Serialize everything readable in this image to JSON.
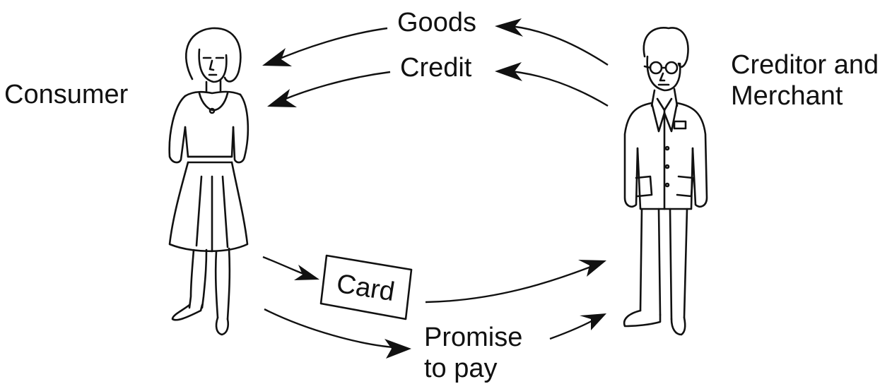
{
  "labels": {
    "consumer": "Consumer",
    "merchant_line1": "Creditor and",
    "merchant_line2": "Merchant",
    "goods": "Goods",
    "credit": "Credit",
    "card": "Card",
    "promise_line1": "Promise",
    "promise_line2": "to pay"
  },
  "colors": {
    "ink": "#111111",
    "background": "#ffffff"
  },
  "icons": {
    "consumer": "woman-figure-icon",
    "merchant": "man-figure-icon",
    "card": "card-icon"
  }
}
